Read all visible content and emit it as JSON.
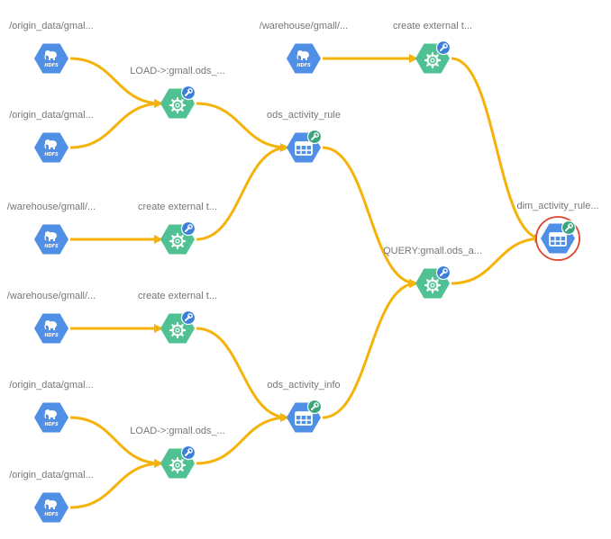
{
  "colors": {
    "edge": "#f5b30a",
    "hdfs_node": "#4f8fe6",
    "process_node": "#4fc193",
    "table_node": "#4f8fe6",
    "badge": "#3b7fd9",
    "badge_green": "#3aa57a",
    "selected_ring": "#e0442a",
    "label": "#777777"
  },
  "nodes": [
    {
      "id": "hdfs1",
      "kind": "hdfs",
      "label": "/origin_data/gmal...",
      "icon": "hdfs-icon",
      "icon_text": "HDFS"
    },
    {
      "id": "hdfs2",
      "kind": "hdfs",
      "label": "/origin_data/gmal...",
      "icon": "hdfs-icon",
      "icon_text": "HDFS"
    },
    {
      "id": "hdfs3",
      "kind": "hdfs",
      "label": "/warehouse/gmall/...",
      "icon": "hdfs-icon",
      "icon_text": "HDFS"
    },
    {
      "id": "hdfs4",
      "kind": "hdfs",
      "label": "/warehouse/gmall/...",
      "icon": "hdfs-icon",
      "icon_text": "HDFS"
    },
    {
      "id": "hdfs5",
      "kind": "hdfs",
      "label": "/origin_data/gmal...",
      "icon": "hdfs-icon",
      "icon_text": "HDFS"
    },
    {
      "id": "hdfs6",
      "kind": "hdfs",
      "label": "/origin_data/gmal...",
      "icon": "hdfs-icon",
      "icon_text": "HDFS"
    },
    {
      "id": "hdfs7",
      "kind": "hdfs",
      "label": "/warehouse/gmall/...",
      "icon": "hdfs-icon",
      "icon_text": "HDFS"
    },
    {
      "id": "proc_load1",
      "kind": "process",
      "label": "LOAD->:gmall.ods_...",
      "icon": "gear-icon"
    },
    {
      "id": "proc_ext1",
      "kind": "process",
      "label": "create external t...",
      "icon": "gear-icon"
    },
    {
      "id": "proc_ext2",
      "kind": "process",
      "label": "create external t...",
      "icon": "gear-icon"
    },
    {
      "id": "proc_load2",
      "kind": "process",
      "label": "LOAD->:gmall.ods_...",
      "icon": "gear-icon"
    },
    {
      "id": "proc_ext3",
      "kind": "process",
      "label": "create external t...",
      "icon": "gear-icon"
    },
    {
      "id": "proc_query",
      "kind": "process",
      "label": "QUERY:gmall.ods_a...",
      "icon": "gear-icon"
    },
    {
      "id": "tbl_rule",
      "kind": "table",
      "label": "ods_activity_rule",
      "icon": "table-icon"
    },
    {
      "id": "tbl_info",
      "kind": "table",
      "label": "ods_activity_info",
      "icon": "table-icon"
    },
    {
      "id": "tbl_dim",
      "kind": "table",
      "label": "dim_activity_rule...",
      "icon": "table-icon",
      "selected": true
    }
  ],
  "edges": [
    {
      "from": "hdfs1",
      "to": "proc_load1"
    },
    {
      "from": "hdfs2",
      "to": "proc_load1"
    },
    {
      "from": "proc_load1",
      "to": "tbl_rule"
    },
    {
      "from": "hdfs3",
      "to": "proc_ext1"
    },
    {
      "from": "proc_ext1",
      "to": "tbl_rule"
    },
    {
      "from": "hdfs4",
      "to": "proc_ext2"
    },
    {
      "from": "proc_ext2",
      "to": "tbl_info"
    },
    {
      "from": "hdfs5",
      "to": "proc_load2"
    },
    {
      "from": "hdfs6",
      "to": "proc_load2"
    },
    {
      "from": "proc_load2",
      "to": "tbl_info"
    },
    {
      "from": "tbl_rule",
      "to": "proc_query"
    },
    {
      "from": "tbl_info",
      "to": "proc_query"
    },
    {
      "from": "proc_query",
      "to": "tbl_dim"
    },
    {
      "from": "hdfs7",
      "to": "proc_ext3"
    },
    {
      "from": "proc_ext3",
      "to": "tbl_dim"
    }
  ]
}
